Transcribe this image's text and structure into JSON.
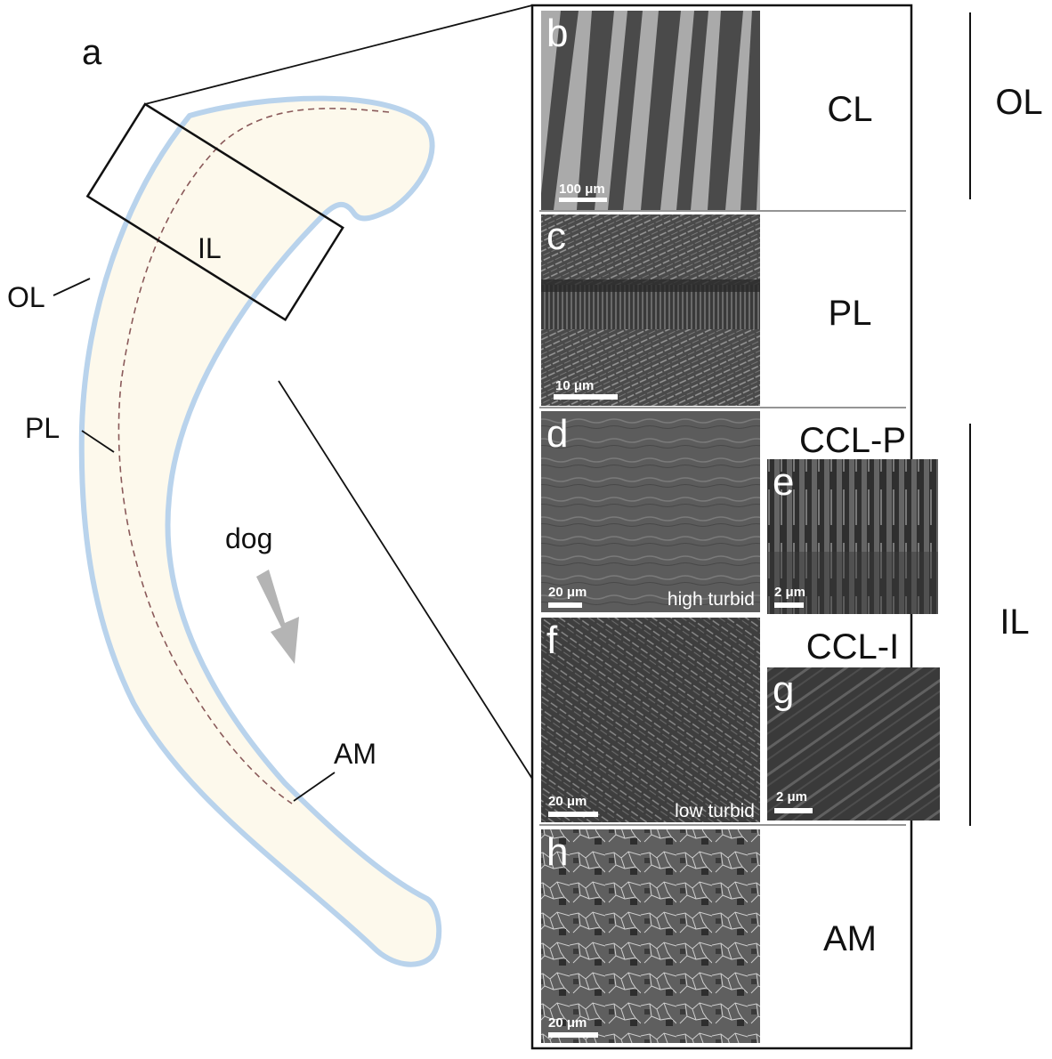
{
  "schematic": {
    "panel_label": "a",
    "labels": {
      "il": "IL",
      "ol": "OL",
      "pl": "PL",
      "am": "AM",
      "dog": "dog"
    }
  },
  "panels": {
    "b": {
      "letter": "b",
      "scale": "100 μm",
      "layer": "CL"
    },
    "c": {
      "letter": "c",
      "scale": "10 μm",
      "layer": "PL"
    },
    "d": {
      "letter": "d",
      "scale": "20 μm",
      "condition": "high turbid"
    },
    "e": {
      "letter": "e",
      "scale": "2 μm",
      "heading": "CCL-P"
    },
    "f": {
      "letter": "f",
      "scale": "20 μm",
      "condition": "low turbid"
    },
    "g": {
      "letter": "g",
      "scale": "2 μm",
      "heading": "CCL-I"
    },
    "h": {
      "letter": "h",
      "scale": "20 μm",
      "layer": "AM"
    }
  },
  "brackets": {
    "ol": "OL",
    "il": "IL"
  },
  "colors": {
    "shell_fill": "#fdf9ec",
    "shell_outline": "#b9d3ec",
    "pl_dash": "#8a5a5a",
    "arrow": "#b4b4b4",
    "micrograph_dark": "#3b3b3b"
  }
}
